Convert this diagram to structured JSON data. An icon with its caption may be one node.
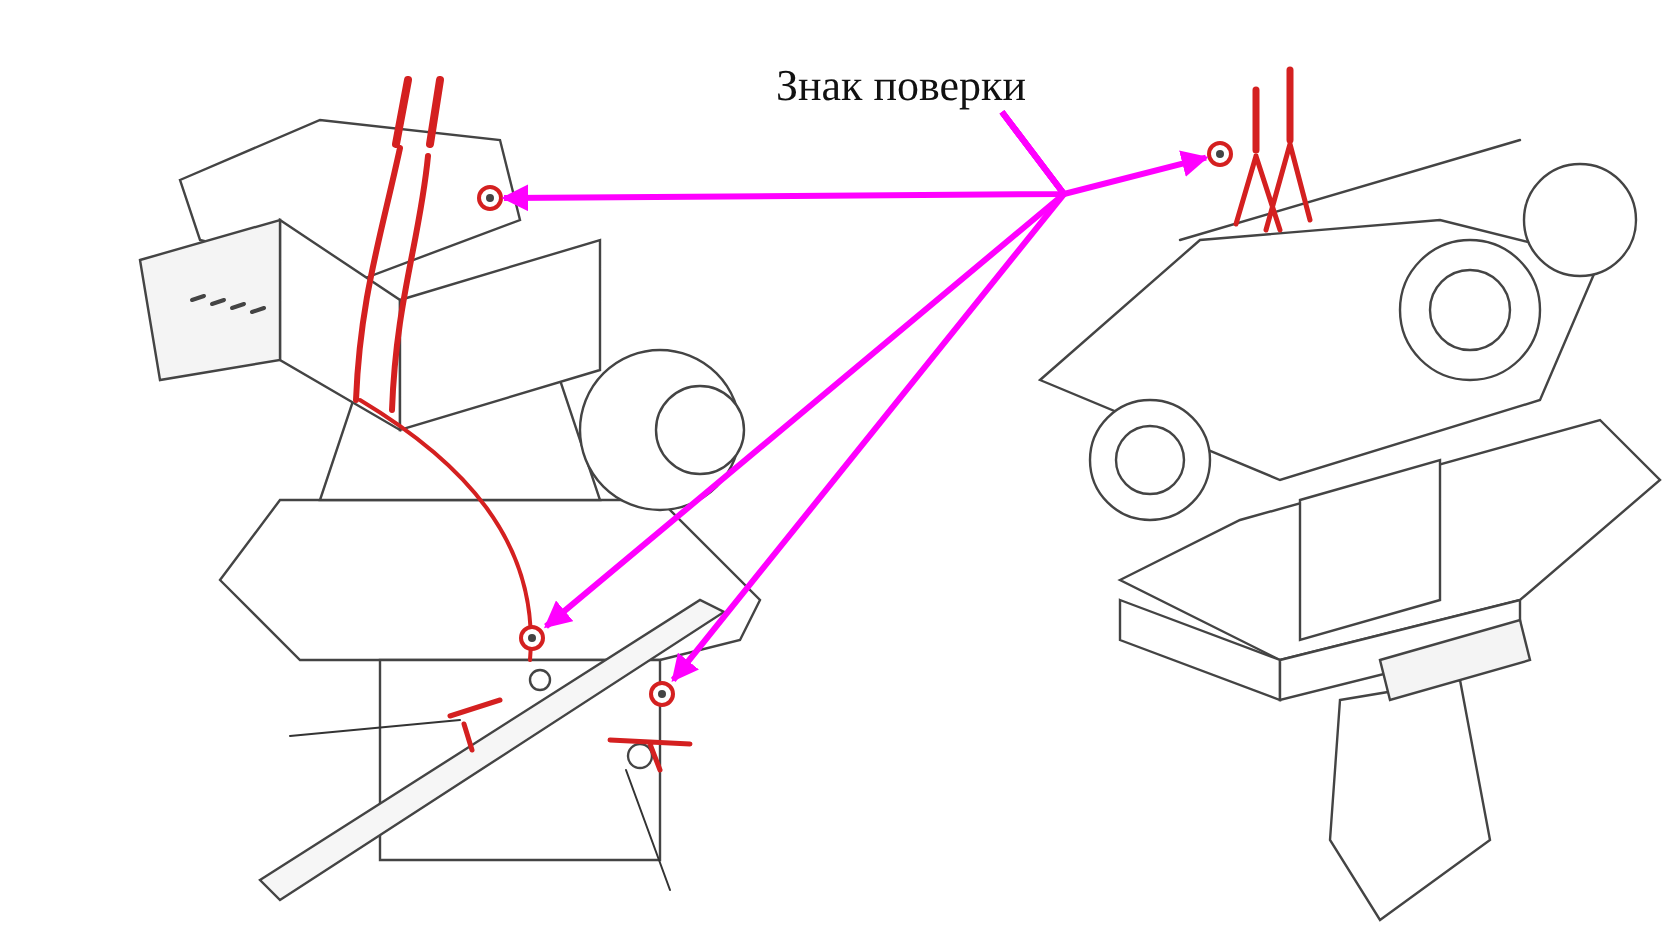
{
  "diagram": {
    "nodes": [
      {
        "text": [
          "Знак поверки"
        ]
      },
      {
        "text": [],
        "shape": "picture"
      },
      {
        "text": [],
        "shape": "picture"
      },
      {
        "text": [],
        "shape": "picture"
      },
      {
        "text": [],
        "shape": "picture"
      }
    ],
    "edges": [
      {
        "from": 0,
        "to": 1,
        "arrow": "to",
        "color": "#ff00ff"
      },
      {
        "from": 0,
        "to": 2,
        "arrow": "to",
        "color": "#ff00ff"
      },
      {
        "from": 0,
        "to": 3,
        "arrow": "to",
        "color": "#ff00ff"
      },
      {
        "from": 0,
        "to": 4,
        "arrow": "to",
        "color": "#ff00ff"
      }
    ]
  }
}
